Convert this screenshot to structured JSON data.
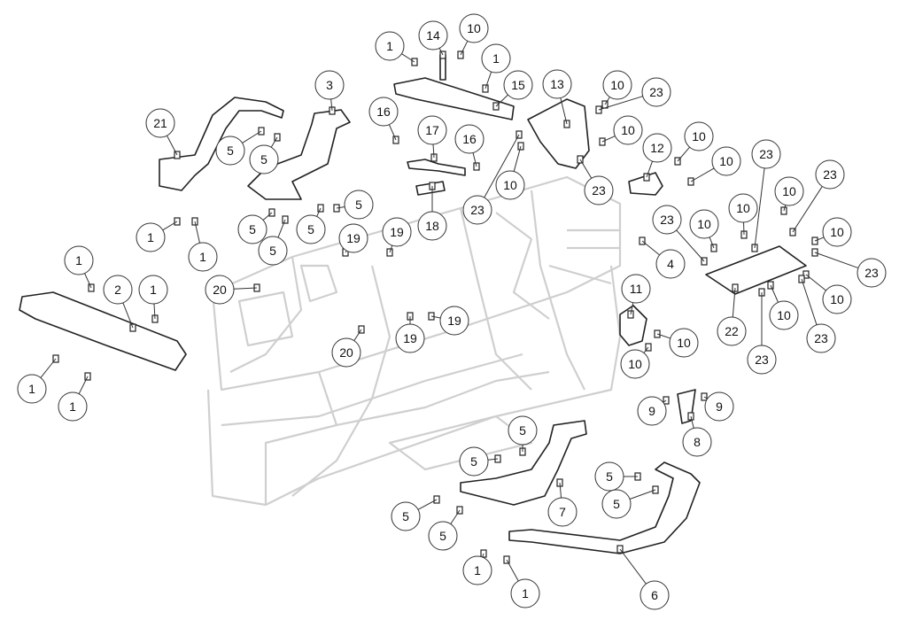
{
  "diagram": {
    "type": "exploded-parts-view",
    "callouts": [
      "1",
      "14",
      "10",
      "1",
      "15",
      "13",
      "10",
      "23",
      "3",
      "21",
      "5",
      "5",
      "16",
      "17",
      "16",
      "10",
      "10",
      "10",
      "12",
      "23",
      "23",
      "10",
      "23",
      "23",
      "18",
      "5",
      "5",
      "5",
      "5",
      "1",
      "1",
      "19",
      "19",
      "10",
      "10",
      "10",
      "23",
      "10",
      "4",
      "23",
      "1",
      "2",
      "1",
      "20",
      "11",
      "10",
      "22",
      "10",
      "23",
      "19",
      "19",
      "20",
      "10",
      "10",
      "23",
      "1",
      "1",
      "9",
      "9",
      "8",
      "5",
      "5",
      "7",
      "5",
      "5",
      "5",
      "5",
      "1",
      "1",
      "6"
    ]
  }
}
